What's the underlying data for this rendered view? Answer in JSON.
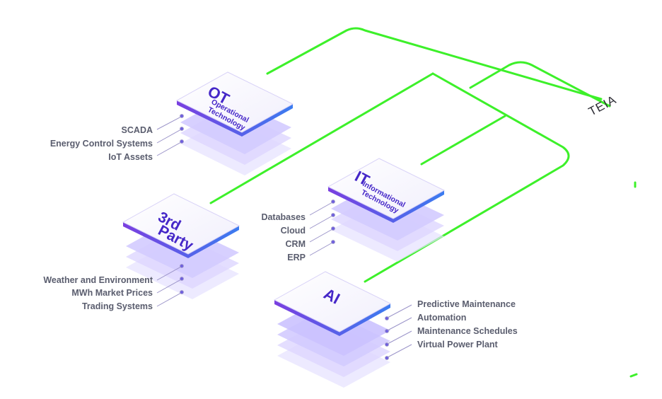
{
  "brand": "TEIA",
  "colors": {
    "connector": "#3df02a",
    "tile_border": "#6a4ce8",
    "tile_text": "#4527c8",
    "layer": "#d7d0ff",
    "label": "#5a5d6e",
    "dot": "#6c5ce0"
  },
  "nodes": {
    "ot": {
      "title": "OT",
      "subtitle_line1": "Operational",
      "subtitle_line2": "Technology",
      "items": [
        "SCADA",
        "Energy Control Systems",
        "IoT Assets"
      ]
    },
    "third_party": {
      "title_line1": "3rd",
      "title_line2": "Party",
      "items": [
        "Weather and Environment",
        "MWh Market Prices",
        "Trading Systems"
      ]
    },
    "it": {
      "title": "IT",
      "subtitle_line1": "Informational",
      "subtitle_line2": "Technology",
      "items": [
        "Databases",
        "Cloud",
        "CRM",
        "ERP"
      ]
    },
    "ai": {
      "title": "AI",
      "items": [
        "Predictive Maintenance",
        "Automation",
        "Maintenance Schedules",
        "Virtual Power Plant"
      ]
    }
  }
}
